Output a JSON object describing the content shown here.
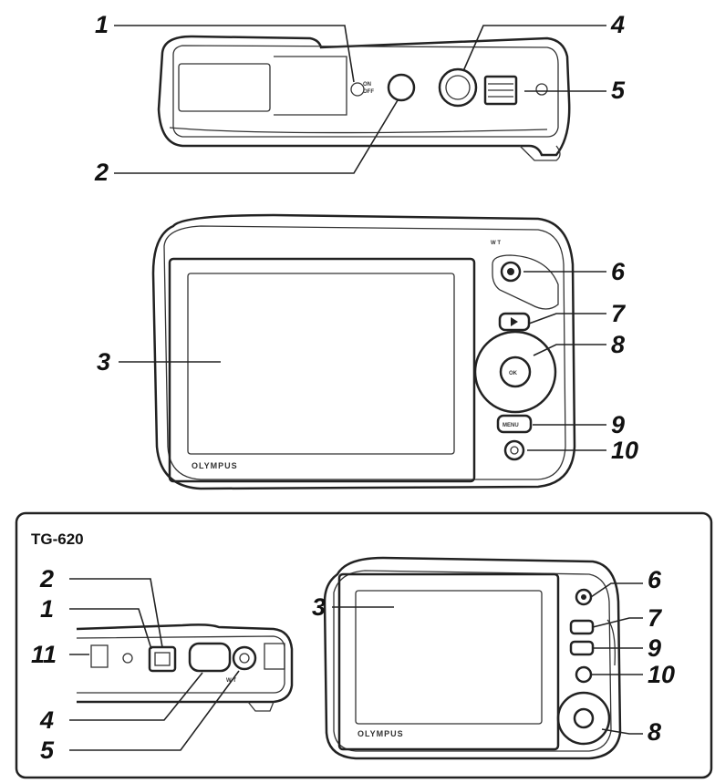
{
  "top_view": {
    "callouts": [
      "1",
      "2",
      "4",
      "5"
    ],
    "switch_marks": [
      "ON",
      "OFF"
    ]
  },
  "back_view": {
    "callouts": [
      "3",
      "6",
      "7",
      "8",
      "9",
      "10"
    ],
    "brand": "OLYMPUS",
    "zoom_marks": "W  T",
    "ok_label": "OK",
    "menu_label": "MENU"
  },
  "tg620": {
    "title": "TG-620",
    "top_callouts": [
      "2",
      "1",
      "11",
      "4",
      "5"
    ],
    "back_callouts": [
      "3",
      "6",
      "7",
      "9",
      "10",
      "8"
    ],
    "brand": "OLYMPUS",
    "zoom_marks": "W T"
  }
}
